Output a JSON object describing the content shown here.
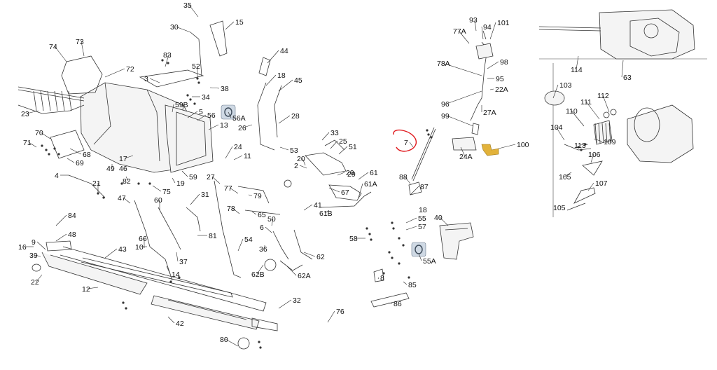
{
  "diagram": {
    "labels": [
      "35",
      "30",
      "15",
      "74",
      "73",
      "83",
      "44",
      "72",
      "52",
      "18",
      "45",
      "3",
      "38",
      "34",
      "59B",
      "5",
      "56A",
      "56",
      "13",
      "28",
      "26",
      "23",
      "70",
      "71",
      "68",
      "69",
      "17",
      "49",
      "46",
      "82",
      "75",
      "19",
      "59",
      "24",
      "11",
      "4",
      "21",
      "47",
      "60",
      "31",
      "27",
      "77",
      "79",
      "78",
      "65",
      "66",
      "10",
      "81",
      "37",
      "14",
      "84",
      "48",
      "16",
      "39",
      "9",
      "43",
      "22",
      "12",
      "20",
      "25",
      "51",
      "33",
      "53",
      "2",
      "29",
      "67",
      "61",
      "61A",
      "61B",
      "41",
      "36",
      "6",
      "50",
      "62B",
      "62A",
      "62",
      "54",
      "42",
      "80",
      "32",
      "76",
      "7",
      "88",
      "87",
      "93",
      "94",
      "101",
      "77A",
      "98",
      "78A",
      "95",
      "22A",
      "96",
      "27A",
      "99",
      "24A",
      "100",
      "40",
      "58",
      "55",
      "57",
      "55A",
      "8",
      "85",
      "86",
      "114",
      "63",
      "103",
      "112",
      "111",
      "110",
      "113",
      "109",
      "104",
      "106",
      "105",
      "107"
    ],
    "seal_icons": [
      "56A",
      "55A"
    ]
  },
  "colors": {
    "line": "#333333",
    "highlight": "#e0191d",
    "brass": "#e2b23a",
    "seal": "#cfd9e4"
  }
}
